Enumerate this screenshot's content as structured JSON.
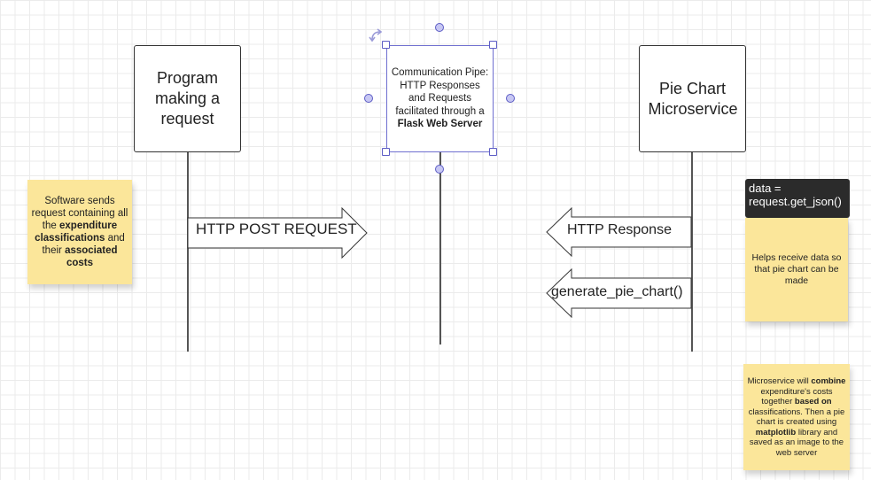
{
  "nodes": {
    "program": {
      "label": "Program making a request"
    },
    "pipe": {
      "line1": "Communication Pipe:",
      "line2": "HTTP Responses and Requests facilitated through a",
      "bold": "Flask Web Server"
    },
    "microservice": {
      "label": "Pie Chart Microservice"
    }
  },
  "arrows": {
    "post": {
      "label": "HTTP POST REQUEST"
    },
    "response": {
      "label": "HTTP Response"
    },
    "generate": {
      "label": "generate_pie_chart()"
    }
  },
  "notes": {
    "left": {
      "t1": "Software sends request containing all the",
      "b1": "expenditure classifications",
      "t2": "and their",
      "b2": "associated costs"
    },
    "code": {
      "label": "data = request.get_json()"
    },
    "helps": {
      "label": "Helps receive data so that pie chart can be made"
    },
    "bottom": {
      "t1": "Microservice will",
      "b1": "combine",
      "t2": "expenditure's costs together",
      "b2": "based on",
      "t3": "classifications. Then a pie chart is created using",
      "b3": "matplotlib",
      "t4": "library and saved as an image to the web server"
    }
  },
  "colors": {
    "sticky": "#fbe69a",
    "selection": "#5d5dc5",
    "dark_note": "#2b2b2b"
  }
}
